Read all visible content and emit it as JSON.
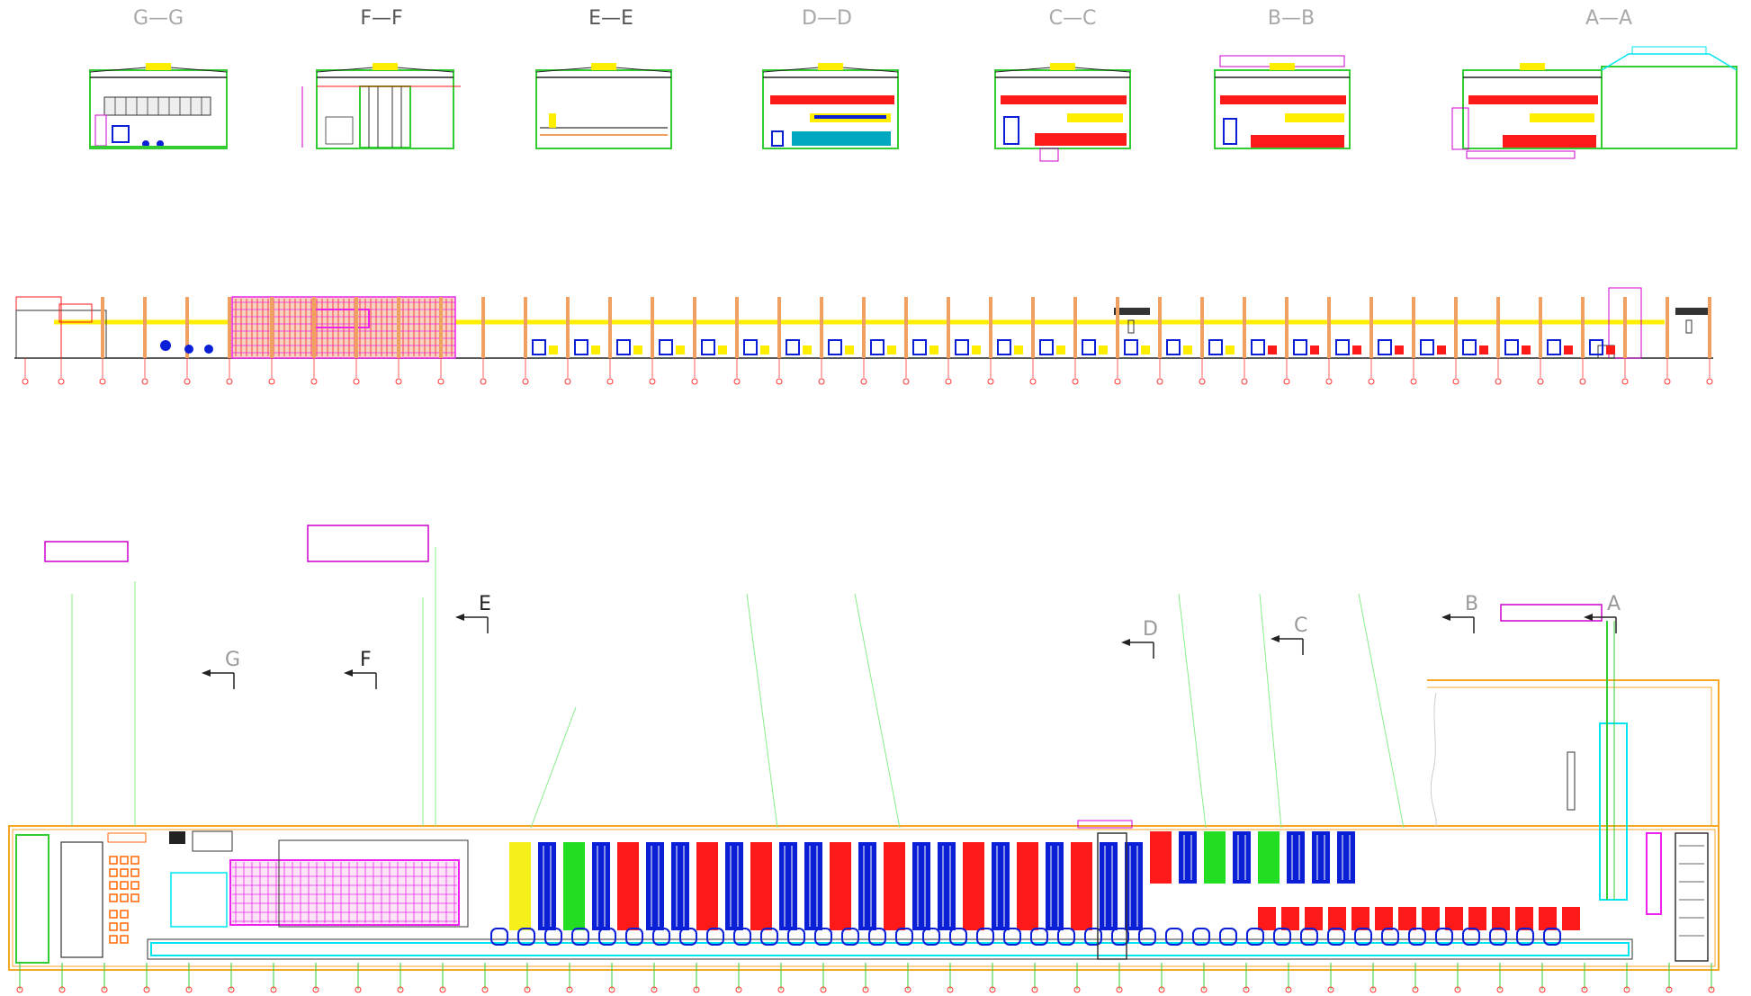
{
  "sections": [
    {
      "id": "G",
      "title": "G—G",
      "tone": "light"
    },
    {
      "id": "F",
      "title": "F—F",
      "tone": "dark"
    },
    {
      "id": "E",
      "title": "E—E",
      "tone": "dark"
    },
    {
      "id": "D",
      "title": "D—D",
      "tone": "light"
    },
    {
      "id": "C",
      "title": "C—C",
      "tone": "light"
    },
    {
      "id": "B",
      "title": "B—B",
      "tone": "light"
    },
    {
      "id": "A",
      "title": "A—A",
      "tone": "light"
    }
  ],
  "section_markers": [
    {
      "letter": "G",
      "tone": "light"
    },
    {
      "letter": "F",
      "tone": "dark"
    },
    {
      "letter": "E",
      "tone": "dark"
    },
    {
      "letter": "D",
      "tone": "light"
    },
    {
      "letter": "C",
      "tone": "light"
    },
    {
      "letter": "B",
      "tone": "light"
    },
    {
      "letter": "A",
      "tone": "light"
    }
  ],
  "colors": {
    "wall": "#33cc33",
    "crane": "#ffee00",
    "column": "#f0a060",
    "tank_red": "#ff1a1a",
    "tank_blue": "#0a1fd6",
    "tank_green": "#22dd22",
    "tank_yellow": "#f5ef1a",
    "rack": "#ee22ee",
    "conveyor": "#00e5ee",
    "leader": "#88ee88",
    "frame": "#f5a623"
  },
  "plan_tank_colors": [
    "yellow",
    "blue",
    "green",
    "blue",
    "red",
    "blue",
    "blue",
    "red",
    "blue",
    "red",
    "blue",
    "blue",
    "red",
    "blue",
    "red",
    "blue",
    "blue",
    "red",
    "blue",
    "red",
    "blue",
    "red",
    "blue",
    "blue",
    "red",
    "blue",
    "green",
    "blue",
    "green",
    "blue",
    "blue",
    "blue"
  ],
  "icons": [
    "section-cut-arrow",
    "crane-icon",
    "column-grid-bubble"
  ]
}
